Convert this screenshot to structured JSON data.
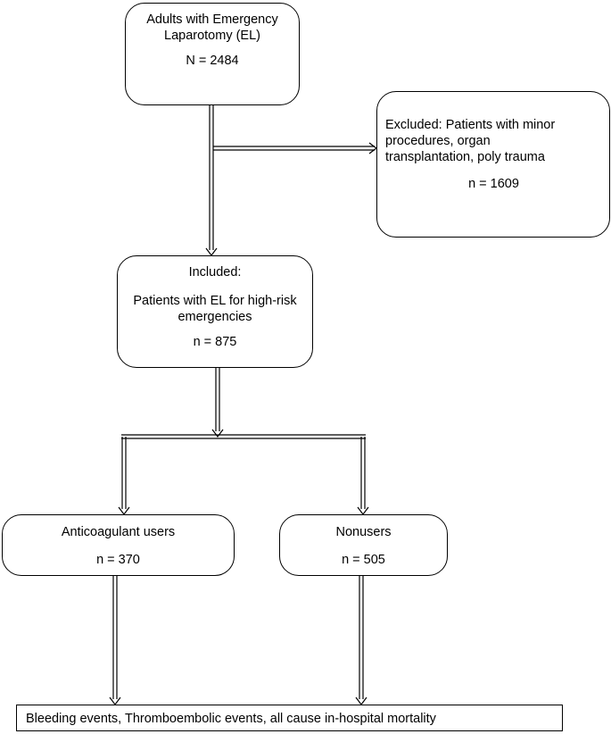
{
  "boxes": {
    "adults": {
      "line1": "Adults with Emergency",
      "line2": "Laparotomy (EL)",
      "count": "N = 2484"
    },
    "excluded": {
      "line1": "Excluded: Patients with minor",
      "line2": "procedures, organ",
      "line3": "transplantation, poly trauma",
      "count": "n = 1609"
    },
    "included": {
      "label": "Included:",
      "line1": "Patients with EL for high-risk",
      "line2": "emergencies",
      "count": "n = 875"
    },
    "anticoagulant_users": {
      "label": "Anticoagulant users",
      "count": "n = 370"
    },
    "nonusers": {
      "label": "Nonusers",
      "count": "n = 505"
    },
    "outcomes": {
      "label": "Bleeding events, Thromboembolic events, all cause in-hospital mortality"
    }
  },
  "colors": {
    "stroke": "#000000",
    "background": "#ffffff"
  }
}
